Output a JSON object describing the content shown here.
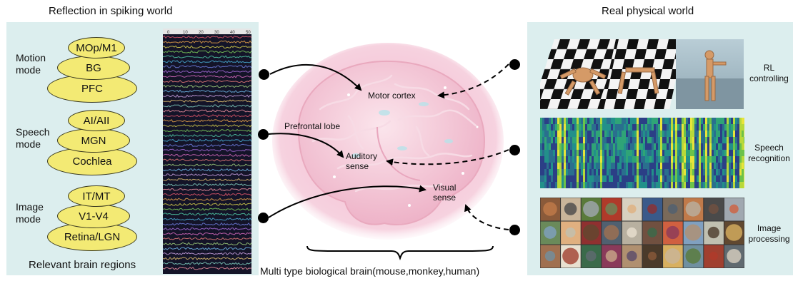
{
  "left_panel": {
    "title": "Reflection in spiking world",
    "footer": "Relevant brain regions",
    "groups": [
      {
        "mode": "Motion\nmode",
        "regions": [
          "MOp/M1",
          "BG",
          "PFC"
        ]
      },
      {
        "mode": "Speech\nmode",
        "regions": [
          "AI/AII",
          "MGN",
          "Cochlea"
        ]
      },
      {
        "mode": "Image\nmode",
        "regions": [
          "IT/MT",
          "V1-V4",
          "Retina/LGN"
        ]
      }
    ],
    "raster_ticks": [
      "0",
      "10",
      "20",
      "30",
      "40",
      "50"
    ]
  },
  "center": {
    "labels": {
      "motor": "Motor cortex",
      "prefrontal": "Prefrontal lobe",
      "auditory": "Auditory\nsense",
      "visual": "Visual\nsense"
    },
    "caption": "Multi type biological brain(mouse,monkey,human)"
  },
  "right_panel": {
    "title": "Real physical world",
    "rows": [
      {
        "label": "RL\ncontrolling"
      },
      {
        "label": "Speech\nrecognition"
      },
      {
        "label": "Image\nprocessing"
      }
    ]
  }
}
